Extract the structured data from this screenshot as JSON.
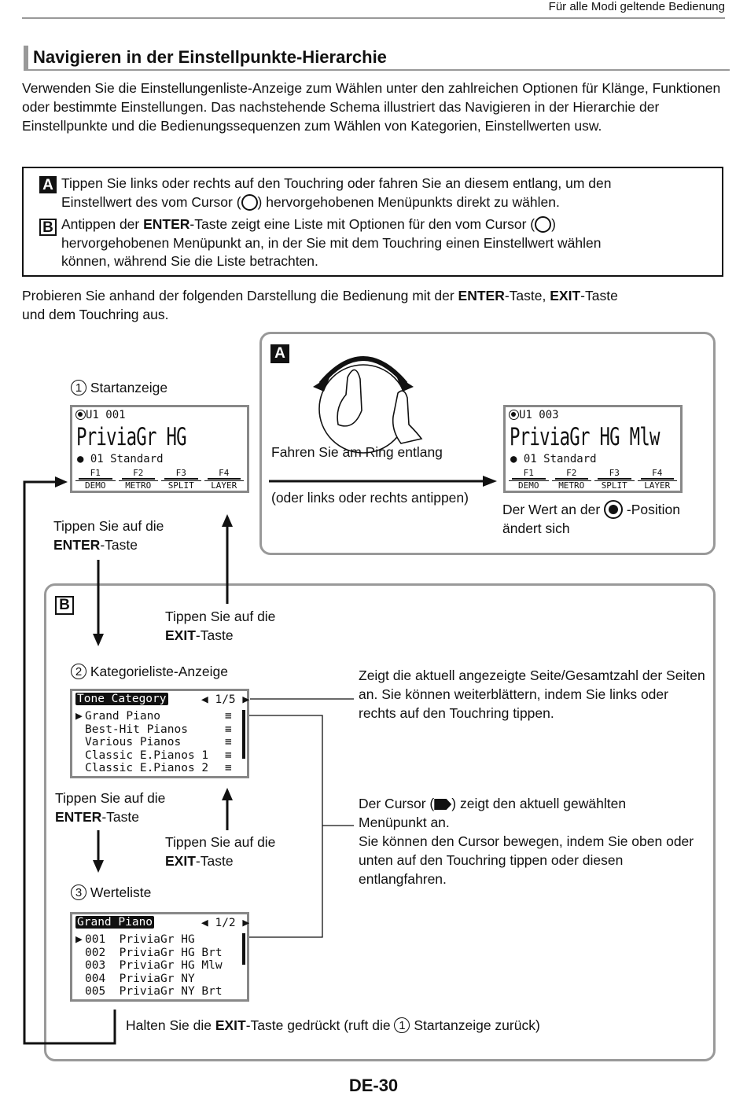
{
  "header": {
    "section": "Für alle Modi geltende Bedienung"
  },
  "title": "Navigieren in der Einstellpunkte-Hierarchie",
  "intro": "Verwenden Sie die Einstellungenliste-Anzeige zum Wählen unter den zahlreichen Optionen für Klänge, Funktionen oder bestimmte Einstellungen. Das nachstehende Schema illustriert das Navigieren in der Hierarchie der Einstellpunkte und die Bedienungssequenzen zum Wählen von Kategorien, Einstellwerten usw.",
  "box": {
    "a_tag": "A",
    "a_text_1": "Tippen Sie links oder rechts auf den Touchring oder fahren Sie an diesem entlang, um den",
    "a_text_2a": "Einstellwert des vom Cursor (",
    "a_text_2b": ") hervorgehobenen Menüpunkts direkt zu wählen.",
    "b_tag": "B",
    "b_text_1a": "Antippen der ",
    "b_text_1b": "ENTER",
    "b_text_1c": "-Taste zeigt eine Liste mit Optionen für den vom Cursor (",
    "b_text_1d": ")",
    "b_text_2": "hervorgehobenen Menüpunkt an, in der Sie mit dem Touchring einen Einstellwert wählen",
    "b_text_3": "können, während Sie die Liste betrachten."
  },
  "probe": {
    "a": "Probieren Sie anhand der folgenden Darstellung die Bedienung mit der ",
    "b": "ENTER",
    "c": "-Taste, ",
    "d": "EXIT",
    "e": "-Taste",
    "f": "und dem Touchring aus."
  },
  "diagram": {
    "panel_a_tag": "A",
    "panel_b_tag": "B",
    "step1_num": "1",
    "step1_label": "Startanzeige",
    "step2_num": "2",
    "step2_label": "Kategorieliste-Anzeige",
    "step3_num": "3",
    "step3_label": "Werteliste",
    "ring_move": "Fahren Sie am Ring entlang",
    "ring_tap": "(oder links oder rechts antippen)",
    "value_change_a": "Der Wert an der",
    "value_change_b": "-Position",
    "value_change_c": "ändert sich",
    "tap_enter_1": "Tippen Sie auf die",
    "tap_enter_key": "ENTER",
    "tap_enter_suffix": "-Taste",
    "tap_exit_1": "Tippen Sie auf die",
    "tap_exit_key": "EXIT",
    "tap_exit_suffix": "-Taste",
    "hold_exit_a": "Halten Sie die ",
    "hold_exit_key": "EXIT",
    "hold_exit_b": "-Taste gedrückt (ruft die",
    "hold_exit_num": "1",
    "hold_exit_c": "Startanzeige zurück)",
    "note_page": "Zeigt die aktuell angezeigte Seite/Gesamtzahl der Seiten an. Sie können weiterblättern, indem Sie links oder rechts auf den Touchring tippen.",
    "note_cursor_a": "Der Cursor (",
    "note_cursor_b": ") zeigt den aktuell gewählten",
    "note_cursor_c": "Menüpunkt an.",
    "note_cursor_d": "Sie können den Cursor bewegen, indem Sie oben oder unten auf den Touchring tippen oder diesen entlangfahren."
  },
  "lcd1": {
    "top": "U1 001",
    "name": "PriviaGr HG",
    "sub": "● 01 Standard",
    "fkeys": [
      "F1",
      "F2",
      "F3",
      "F4"
    ],
    "flabels": [
      "DEMO",
      "METRO",
      "SPLIT",
      "LAYER"
    ]
  },
  "lcd2": {
    "top": "U1 003",
    "name": "PriviaGr HG Mlw",
    "sub": "● 01 Standard",
    "fkeys": [
      "F1",
      "F2",
      "F3",
      "F4"
    ],
    "flabels": [
      "DEMO",
      "METRO",
      "SPLIT",
      "LAYER"
    ]
  },
  "lcd_cat": {
    "title": "Tone Category",
    "page": "◀ 1/5 ▶",
    "rows": [
      "Grand Piano",
      "Best-Hit Pianos",
      "Various Pianos",
      "Classic E.Pianos 1",
      "Classic E.Pianos 2"
    ],
    "row_mark": "≡"
  },
  "lcd_val": {
    "title": "Grand Piano",
    "page": "◀ 1/2 ▶",
    "rows": [
      "001  PriviaGr HG",
      "002  PriviaGr HG Brt",
      "003  PriviaGr HG Mlw",
      "004  PriviaGr NY",
      "005  PriviaGr NY Brt"
    ]
  },
  "footer": "DE-30"
}
